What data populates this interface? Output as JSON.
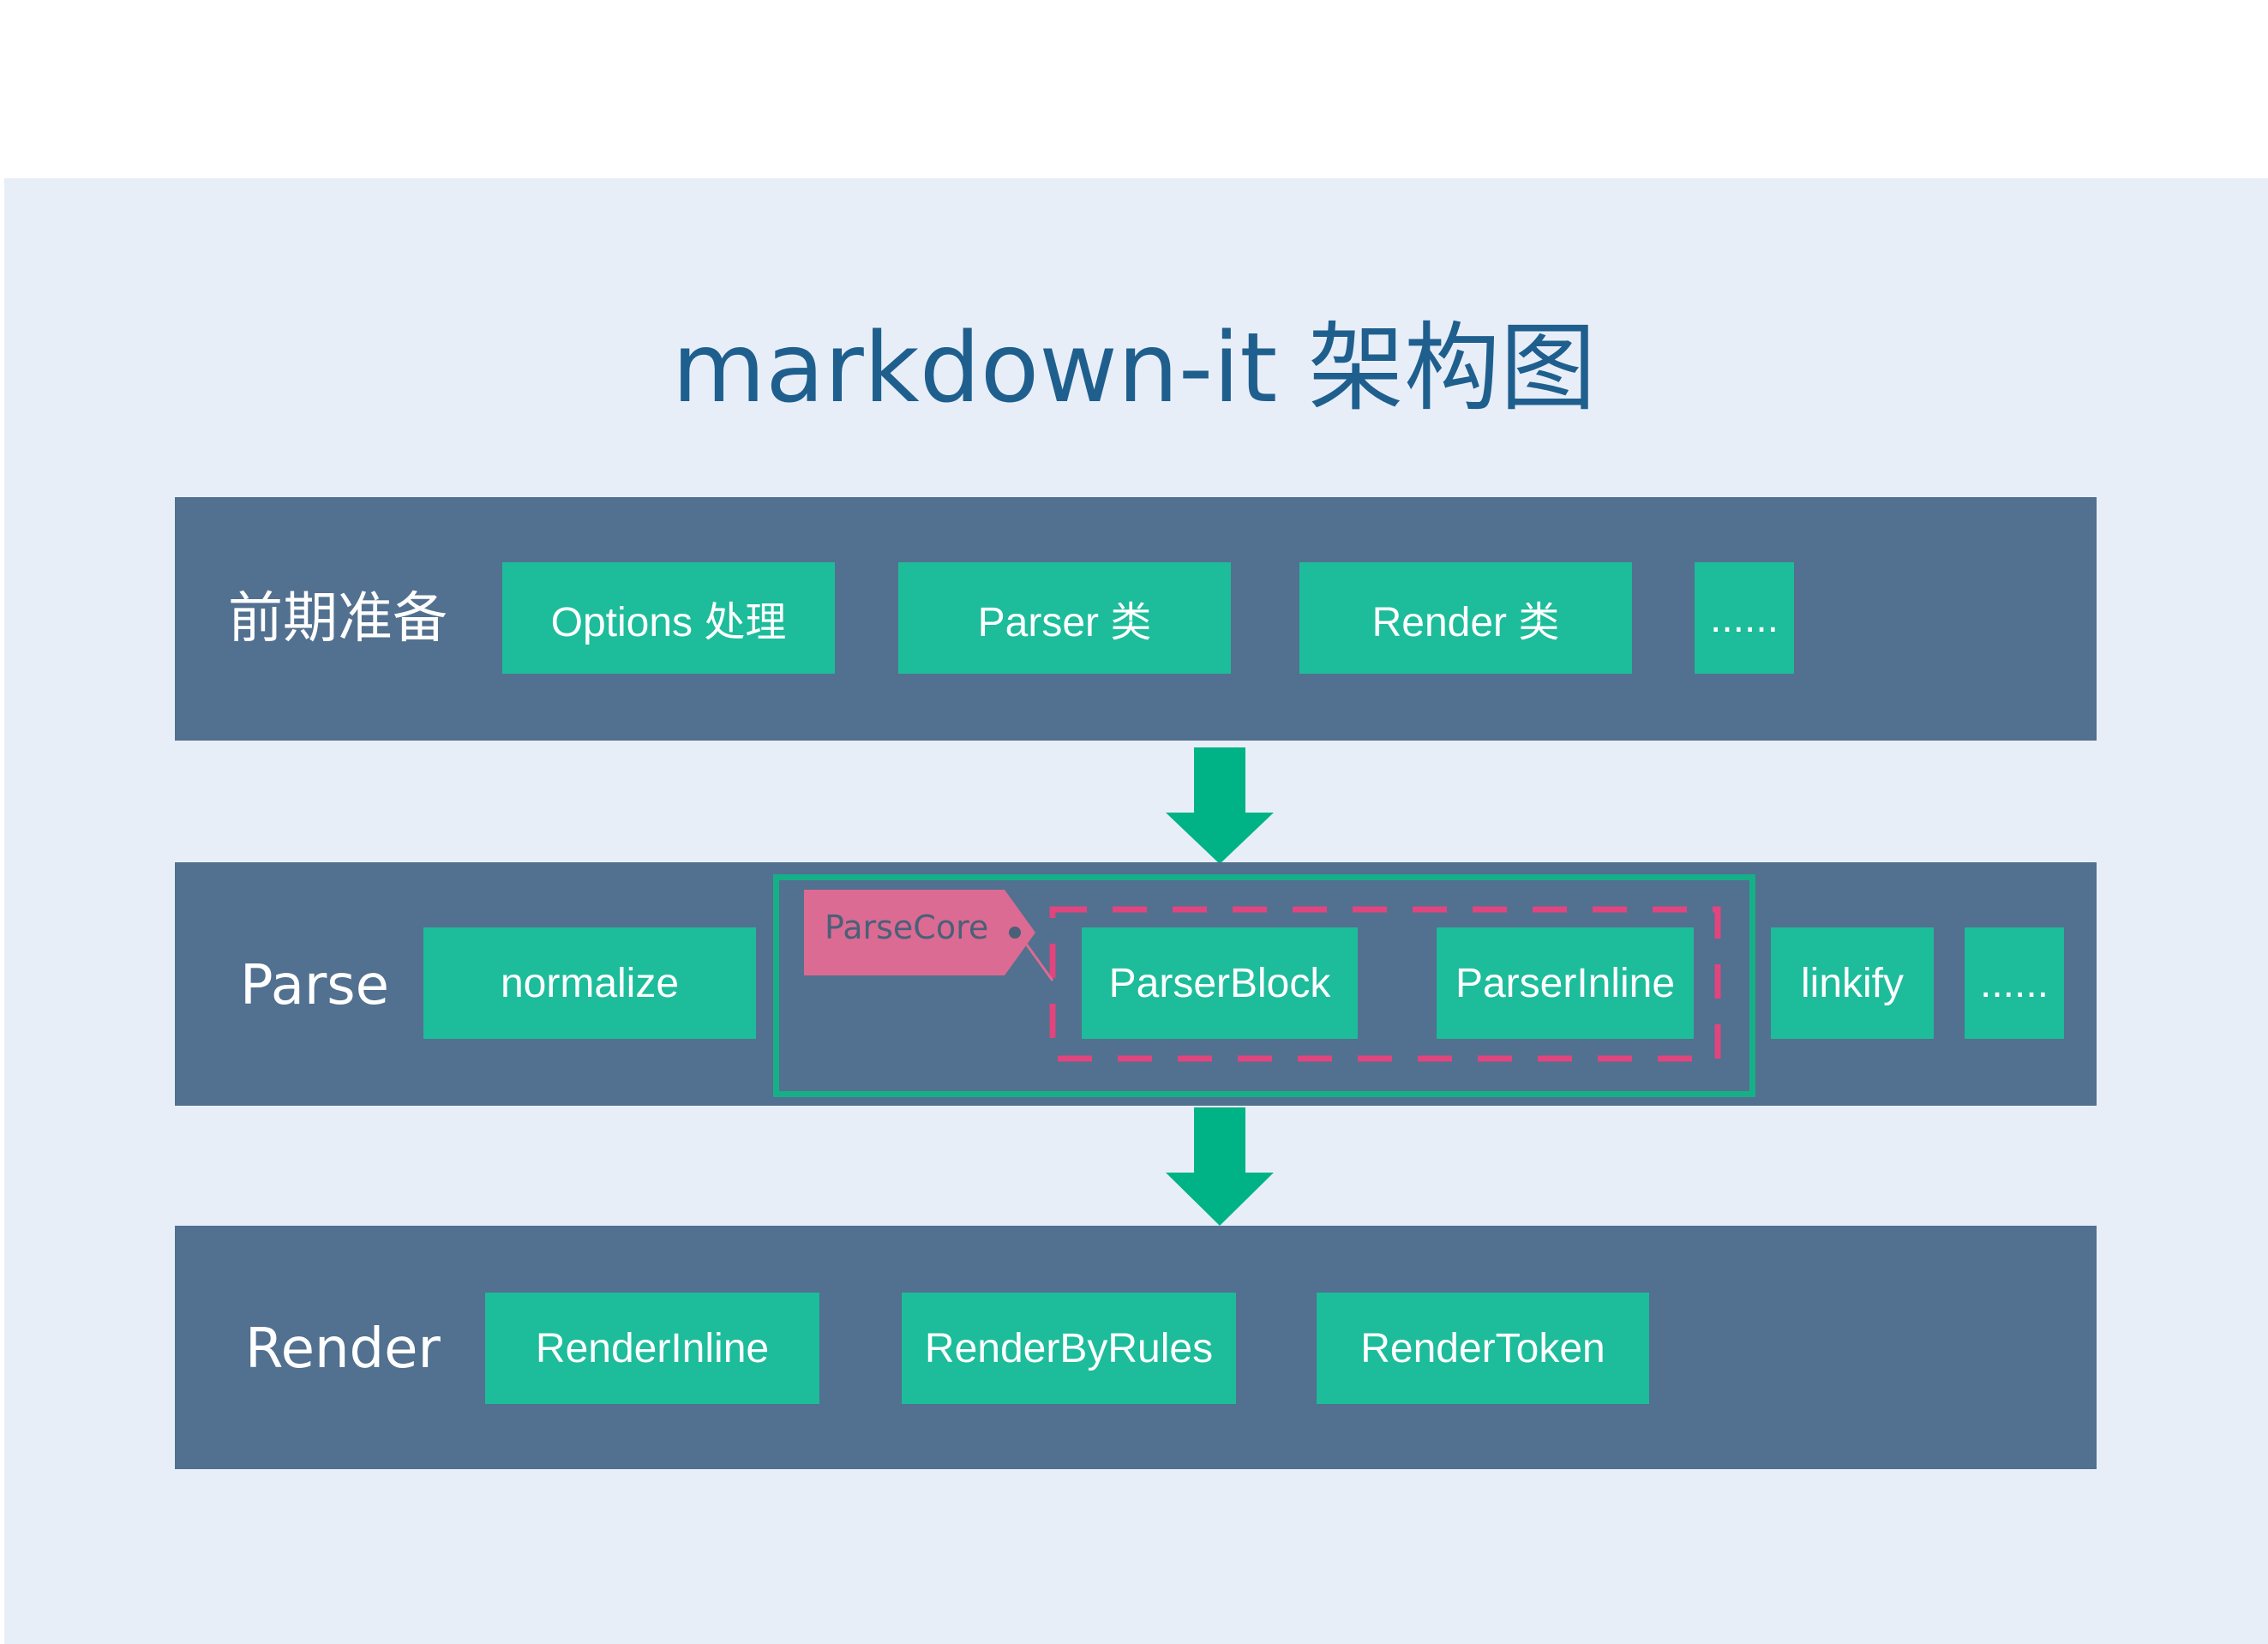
{
  "title": "markdown-it 架构图",
  "stages": [
    {
      "label": "前期准备",
      "items": [
        "Options 处理",
        "Parser 类",
        "Render 类",
        "......"
      ]
    },
    {
      "label": "Parse",
      "items": [
        "normalize",
        "linkify",
        "......"
      ],
      "core": {
        "tag": "ParseCore",
        "inner": [
          "ParserBlock",
          "ParserInline"
        ]
      }
    },
    {
      "label": "Render",
      "items": [
        "RenderInline",
        "RenderByRules",
        "RenderToken"
      ]
    }
  ],
  "colors": {
    "background": "#e8eef8",
    "band": "#52708f",
    "box": "#1dbc9b",
    "arrow": "#00b386",
    "group_border": "#16b088",
    "tag": "#db6b92",
    "dashed": "#e0457e",
    "title": "#1f5f8e"
  }
}
